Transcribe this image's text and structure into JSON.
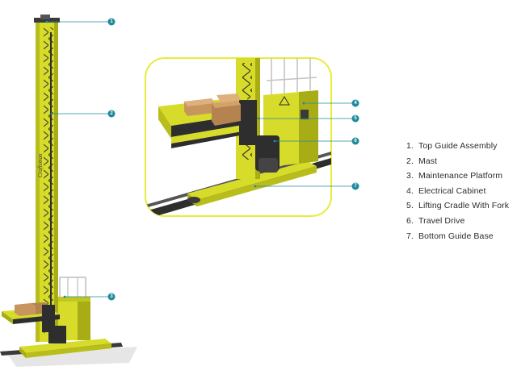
{
  "legend": [
    {
      "number": "1.",
      "label": "Top Guide Assembly"
    },
    {
      "number": "2.",
      "label": "Mast"
    },
    {
      "number": "3.",
      "label": "Maintenance Platform"
    },
    {
      "number": "4.",
      "label": "Electrical Cabinet"
    },
    {
      "number": "5.",
      "label": "Lifting Cradle With Fork"
    },
    {
      "number": "6.",
      "label": "Travel Drive"
    },
    {
      "number": "7.",
      "label": "Bottom Guide Base"
    }
  ],
  "callouts": [
    "1",
    "2",
    "3",
    "4",
    "5",
    "6",
    "7"
  ],
  "brand_text": "Craftsman",
  "colors": {
    "machine_yellow": "#d7dc2a",
    "machine_shadow": "#a8ad16",
    "dark_metal": "#2e2e2e",
    "callout_teal": "#1f8a9c",
    "detail_border": "#e8ec3a",
    "cardboard": "#c8955e"
  }
}
